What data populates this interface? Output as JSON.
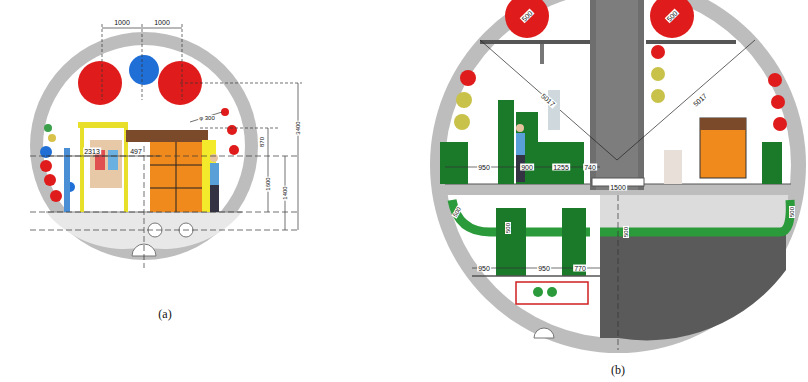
{
  "diagram": {
    "labels": [
      "1000",
      "1000",
      "2313",
      "497",
      "φ 300",
      "870",
      "1600",
      "1400",
      "3400",
      "(a)",
      "500",
      "500",
      "5017",
      "5017",
      "950",
      "900",
      "1255",
      "740",
      "1500",
      "500",
      "500",
      "500",
      "500",
      "950",
      "950",
      "770",
      "(b)"
    ]
  }
}
